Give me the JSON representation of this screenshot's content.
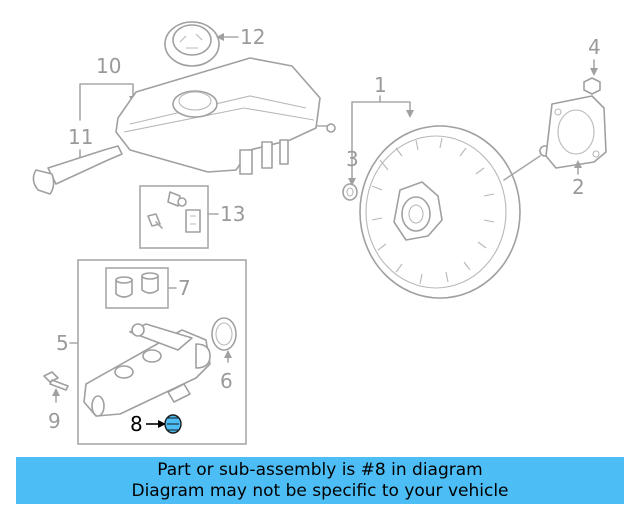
{
  "diagram": {
    "callouts": {
      "c1": "1",
      "c2": "2",
      "c3": "3",
      "c4": "4",
      "c5": "5",
      "c6": "6",
      "c7": "7",
      "c8": "8",
      "c9": "9",
      "c10": "10",
      "c11": "11",
      "c12": "12",
      "c13": "13"
    },
    "highlight_part": "8",
    "colors": {
      "highlight_fill": "#4dbdf5",
      "line": "#a8a8a8",
      "label": "#9a9a9a"
    }
  },
  "banner": {
    "line1": "Part or sub-assembly is #8 in diagram",
    "line2": "Diagram may not be specific to your vehicle",
    "background": "#4dbdf5"
  }
}
